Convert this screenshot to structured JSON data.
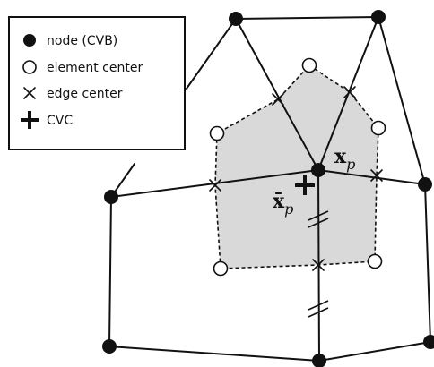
{
  "legend": {
    "items": [
      {
        "symbol": "filled-circle",
        "label": "node (CVB)"
      },
      {
        "symbol": "open-circle",
        "label": "element center"
      },
      {
        "symbol": "cross",
        "label": "edge center"
      },
      {
        "symbol": "plus",
        "label": "CVC"
      }
    ]
  },
  "labels": {
    "xp_base": "x",
    "xp_sub": "p",
    "xbar_base": "x̄",
    "xbar_sub": "p"
  }
}
